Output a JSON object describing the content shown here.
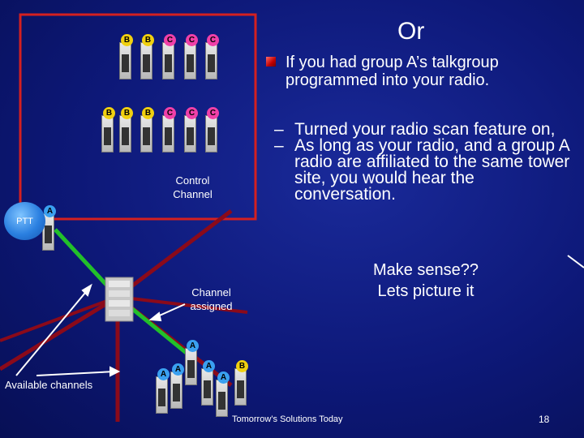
{
  "slide": {
    "title": "Or",
    "bullet_main": "If you had group A’s talkgroup programmed into your radio.",
    "sub_bullets": [
      "Turned your radio scan feature on,",
      "As long as your radio, and a group A radio are affiliated to the same tower site, you would hear the conversation."
    ],
    "make_sense": "Make sense?? Lets picture it",
    "footer": "Tomorrow’s Solutions Today",
    "page_number": "18"
  },
  "diagram": {
    "control_channel_label": "Control Channel",
    "channel_assigned_label": "Channel assigned",
    "available_channels_label": "Available channels",
    "ptt_label": "PTT",
    "radio_badges": [
      "B",
      "B",
      "C",
      "C",
      "C",
      "B",
      "B",
      "B",
      "C",
      "C",
      "C",
      "A",
      "A",
      "A",
      "A",
      "A",
      "A",
      "B"
    ]
  },
  "colors": {
    "background": "#0d1878",
    "box_border": "#d42020",
    "control_line": "#8b0a1a",
    "assigned_line": "#22c02a",
    "group_a": "#3aa0f0",
    "group_b": "#f0d010",
    "group_c": "#f040a8"
  }
}
